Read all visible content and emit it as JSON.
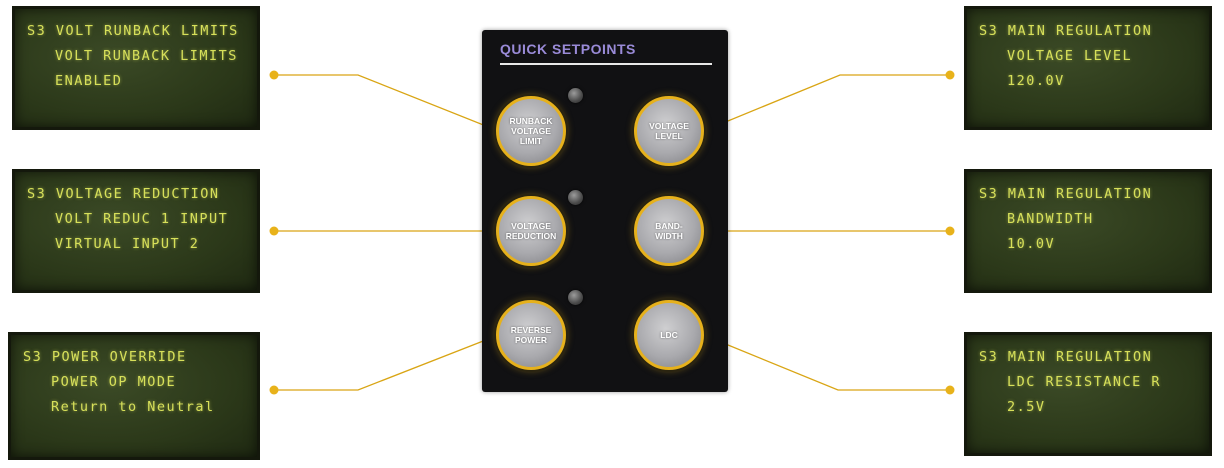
{
  "colors": {
    "lcd_text": "#d7e05a",
    "lcd_bg": "#2b3819",
    "panel_bg": "#111113",
    "panel_title": "#9a8bd8",
    "button_ring": "#e6b11c",
    "connector": "#d9a514"
  },
  "panel": {
    "title": "QUICK SETPOINTS",
    "buttons": {
      "runback": "RUNBACK\nVOLTAGE\nLIMIT",
      "voltage_reduction": "VOLTAGE\nREDUCTION",
      "reverse_power": "REVERSE\nPOWER",
      "voltage_level": "VOLTAGE\nLEVEL",
      "bandwidth": "BAND-\nWIDTH",
      "ldc": "LDC"
    }
  },
  "screens": {
    "runback": [
      "S3 VOLT RUNBACK LIMITS",
      "VOLT RUNBACK LIMITS",
      "ENABLED"
    ],
    "voltage_reduction": [
      "S3 VOLTAGE REDUCTION",
      "VOLT REDUC 1 INPUT",
      "VIRTUAL INPUT 2"
    ],
    "power_override": [
      "S3 POWER OVERRIDE",
      "POWER OP MODE",
      "Return to Neutral"
    ],
    "voltage_level": [
      "S3 MAIN REGULATION",
      "VOLTAGE LEVEL",
      "120.0V"
    ],
    "bandwidth": [
      "S3 MAIN REGULATION",
      "BANDWIDTH",
      "10.0V"
    ],
    "ldc": [
      "S3 MAIN REGULATION",
      "LDC RESISTANCE R",
      "2.5V"
    ]
  }
}
